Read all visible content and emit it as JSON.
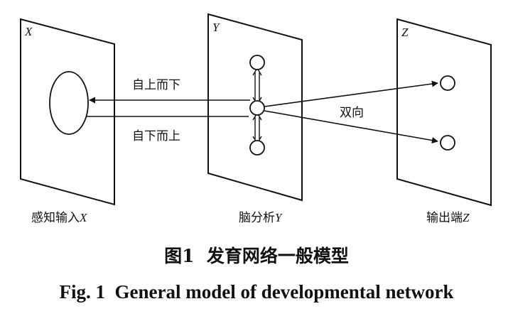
{
  "panels": {
    "x": {
      "letter": "X",
      "label": "感知输入",
      "label_var": "X"
    },
    "y": {
      "letter": "Y",
      "label": "脑分析",
      "label_var": "Y"
    },
    "z": {
      "letter": "Z",
      "label": "输出端",
      "label_var": "Z"
    }
  },
  "edges": {
    "top_down": "自上而下",
    "bottom_up": "自下而上",
    "bidirectional": "双向"
  },
  "caption": {
    "cn": "图1  发育网络一般模型",
    "en": "Fig. 1  General model of developmental network"
  }
}
